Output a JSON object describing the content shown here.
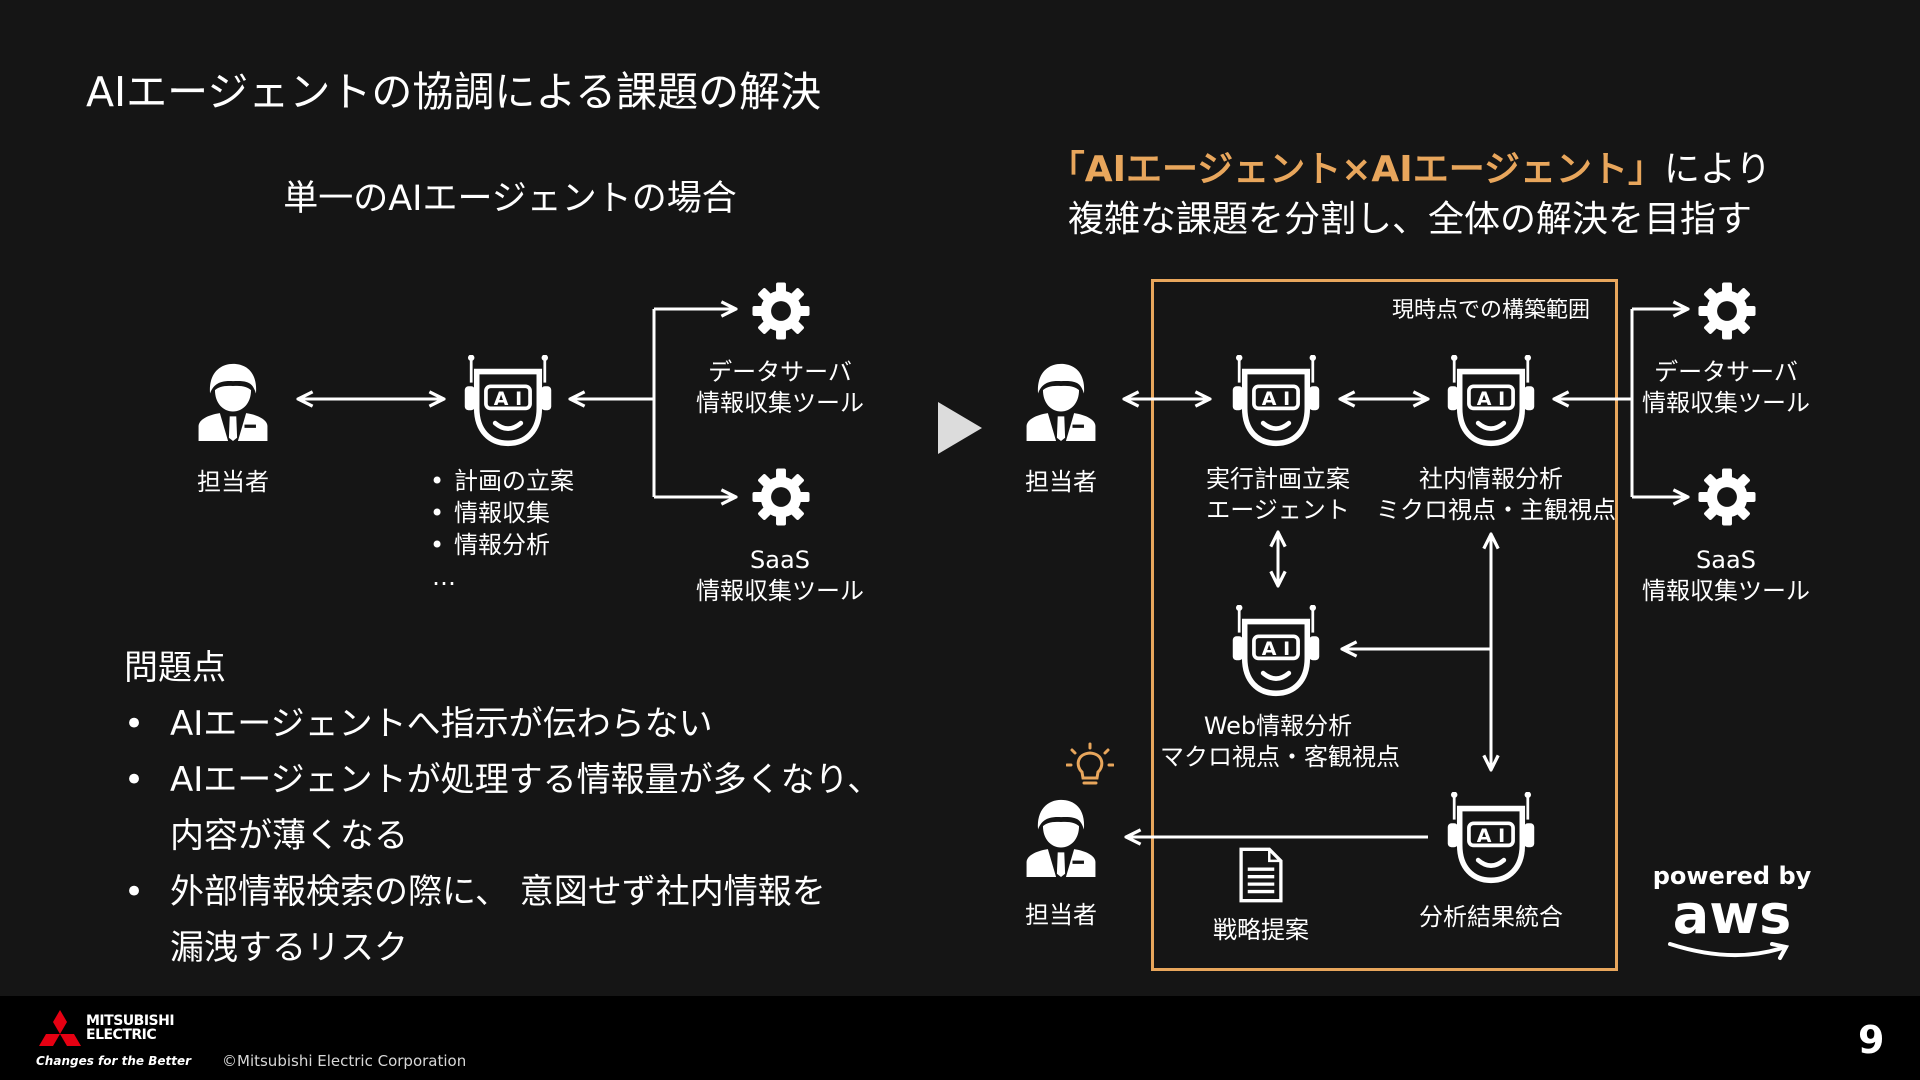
{
  "slide": {
    "title": "AIエージェントの協調による課題の解決",
    "page_number": "9"
  },
  "left": {
    "heading": "単一のAIエージェントの場合",
    "person_label": "担当者",
    "tasks": [
      "計画の立案",
      "情報収集",
      "情報分析",
      "…"
    ],
    "tools": [
      {
        "line1": "データサーバ",
        "line2": "情報収集ツール"
      },
      {
        "line1": "SaaS",
        "line2": "情報収集ツール"
      }
    ]
  },
  "problems": {
    "heading": "問題点",
    "bullet": "•",
    "items": [
      {
        "line1": "AIエージェントへ指示が伝わらない",
        "line2": ""
      },
      {
        "line1": "AIエージェントが処理する情報量が多くなり、",
        "line2": "内容が薄くなる"
      },
      {
        "line1": "外部情報検索の際に、 意図せず社内情報を",
        "line2": "漏洩するリスク"
      }
    ]
  },
  "right": {
    "heading_accent": "「AIエージェント×AIエージェント」",
    "heading_rest": "により",
    "heading_line2": "複雑な課題を分割し、全体の解決を目指す",
    "scope_label": "現時点での構築範囲",
    "person_label_top": "担当者",
    "person_label_bottom": "担当者",
    "agent_planning": {
      "line1": "実行計画立案",
      "line2": "エージェント"
    },
    "agent_internal": {
      "line1": "社内情報分析",
      "line2": "ミクロ視点・主観視点"
    },
    "agent_web": {
      "line1": "Web情報分析",
      "line2": "マクロ視点・客観視点"
    },
    "agent_integration": "分析結果統合",
    "document_label": "戦略提案",
    "tools": [
      {
        "line1": "データサーバ",
        "line2": "情報収集ツール"
      },
      {
        "line1": "SaaS",
        "line2": "情報収集ツール"
      }
    ]
  },
  "robot_badge": "A I",
  "aws_badge": {
    "line1": "powered by",
    "line2": "aws"
  },
  "footer": {
    "brand_line1": "MITSUBISHI",
    "brand_line2": "ELECTRIC",
    "tagline": "Changes for the Better",
    "copyright": "©Mitsubishi Electric Corporation"
  },
  "colors": {
    "background": "#151515",
    "accent": "#e8a65c",
    "foreground": "#ffffff",
    "footer": "#000000"
  },
  "icons": [
    "person-icon",
    "robot-icon",
    "gear-icon",
    "play-arrow-icon",
    "document-icon",
    "lightbulb-icon",
    "mitsubishi-logo-icon",
    "aws-smile-icon"
  ]
}
